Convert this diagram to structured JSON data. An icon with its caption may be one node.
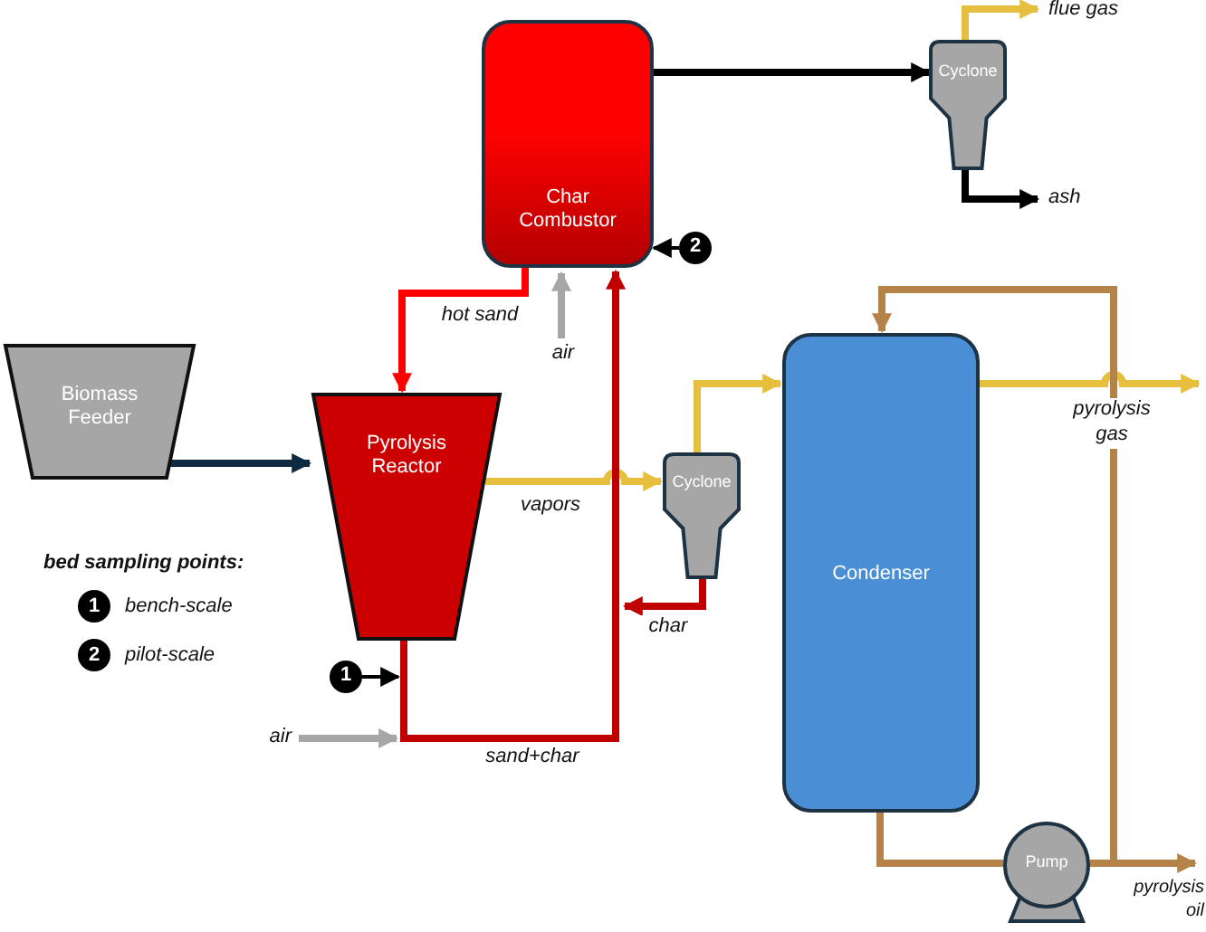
{
  "diagram": {
    "nodes": [
      {
        "text": [
          "Char Combustor"
        ]
      },
      {
        "text": [
          "Cyclone"
        ]
      },
      {
        "text": [
          "2"
        ]
      },
      {
        "text": [
          "Biomass Feeder"
        ]
      },
      {
        "text": [
          "Pyrolysis Reactor"
        ]
      },
      {
        "text": [
          "Cyclone"
        ]
      },
      {
        "text": [
          "Condenser"
        ]
      },
      {
        "text": [
          "1"
        ]
      },
      {
        "text": [
          "Pump"
        ]
      }
    ],
    "edges": [
      {
        "from": 0,
        "to": 1,
        "arrow": "to"
      },
      {
        "from": 1,
        "to": null,
        "arrow": "to",
        "label": "flue gas",
        "color": "#e6bf3e"
      },
      {
        "from": 1,
        "to": null,
        "arrow": "to",
        "label": "ash"
      },
      {
        "from": 3,
        "to": 4,
        "arrow": "to",
        "color": "#0d2a40"
      },
      {
        "from": 0,
        "to": 4,
        "arrow": "to",
        "label": "hot sand",
        "color": "#ff0000"
      },
      {
        "from": 4,
        "to": 5,
        "arrow": "to",
        "label": "vapors",
        "color": "#e6bf3e"
      },
      {
        "from": 5,
        "to": 6,
        "arrow": "to",
        "color": "#e6bf3e"
      },
      {
        "from": 5,
        "to": null,
        "arrow": "to",
        "label": "char",
        "color": "#c00000"
      },
      {
        "from": 4,
        "to": 0,
        "arrow": "to",
        "label": "sand+char",
        "color": "#c00000"
      },
      {
        "from": 6,
        "to": null,
        "arrow": "to",
        "label": "pyrolysis gas",
        "color": "#e6bf3e"
      },
      {
        "from": 6,
        "to": 8,
        "arrow": "none",
        "color": "#b5834a"
      },
      {
        "from": 8,
        "to": null,
        "arrow": "to",
        "label": "pyrolysis oil",
        "color": "#b5834a"
      },
      {
        "from": 8,
        "to": 6,
        "arrow": "to",
        "color": "#b5834a"
      },
      {
        "from": null,
        "to": 0,
        "arrow": "to",
        "label": "air",
        "color": "#a6a6a6"
      },
      {
        "from": 2,
        "to": 0,
        "arrow": "to"
      },
      {
        "from": 7,
        "to": null,
        "arrow": "to"
      }
    ],
    "labels": [
      "bed sampling points:",
      "1",
      "bench-scale",
      "2",
      "pilot-scale",
      "air"
    ]
  }
}
